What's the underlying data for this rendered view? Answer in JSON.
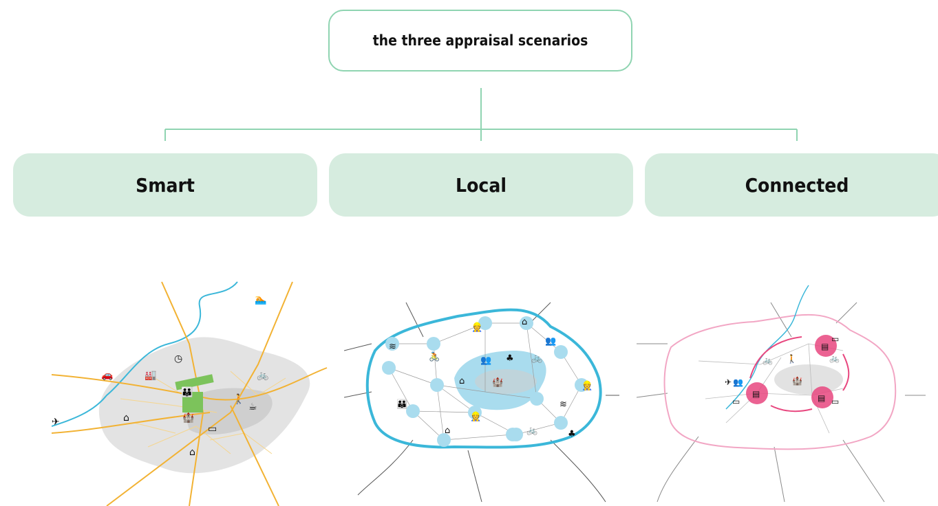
{
  "root": {
    "title": "the three appraisal scenarios"
  },
  "scenarios": [
    {
      "label": "Smart"
    },
    {
      "label": "Local"
    },
    {
      "label": "Connected"
    }
  ],
  "colors": {
    "accent_green": "#8fd4b1",
    "box_fill": "#d6ecdf",
    "smart_roads": "#f2b233",
    "local_ring": "#3bb7d9",
    "local_hub": "#a9dcee",
    "connected_ring": "#f2a6c4",
    "connected_hub": "#e8477f",
    "river": "#3bb7d9",
    "city_grey": "#dedede"
  },
  "icons": {
    "smart": [
      "clock-icon",
      "car-icon",
      "bicycle-icon",
      "walker-icon",
      "family-icon",
      "castle-icon",
      "house-icon",
      "coffee-icon",
      "bus-icon",
      "swimmer-icon",
      "factory-icon"
    ],
    "local": [
      "wifi-icon",
      "cyclist-icon",
      "house-icon",
      "family-icon",
      "tree-icon",
      "castle-icon",
      "worker-icon",
      "meeting-icon",
      "bicycle-icon"
    ],
    "connected": [
      "plane-icon",
      "bus-icon",
      "train-icon",
      "bicycle-icon",
      "walker-icon",
      "castle-icon",
      "hub-icon"
    ]
  }
}
